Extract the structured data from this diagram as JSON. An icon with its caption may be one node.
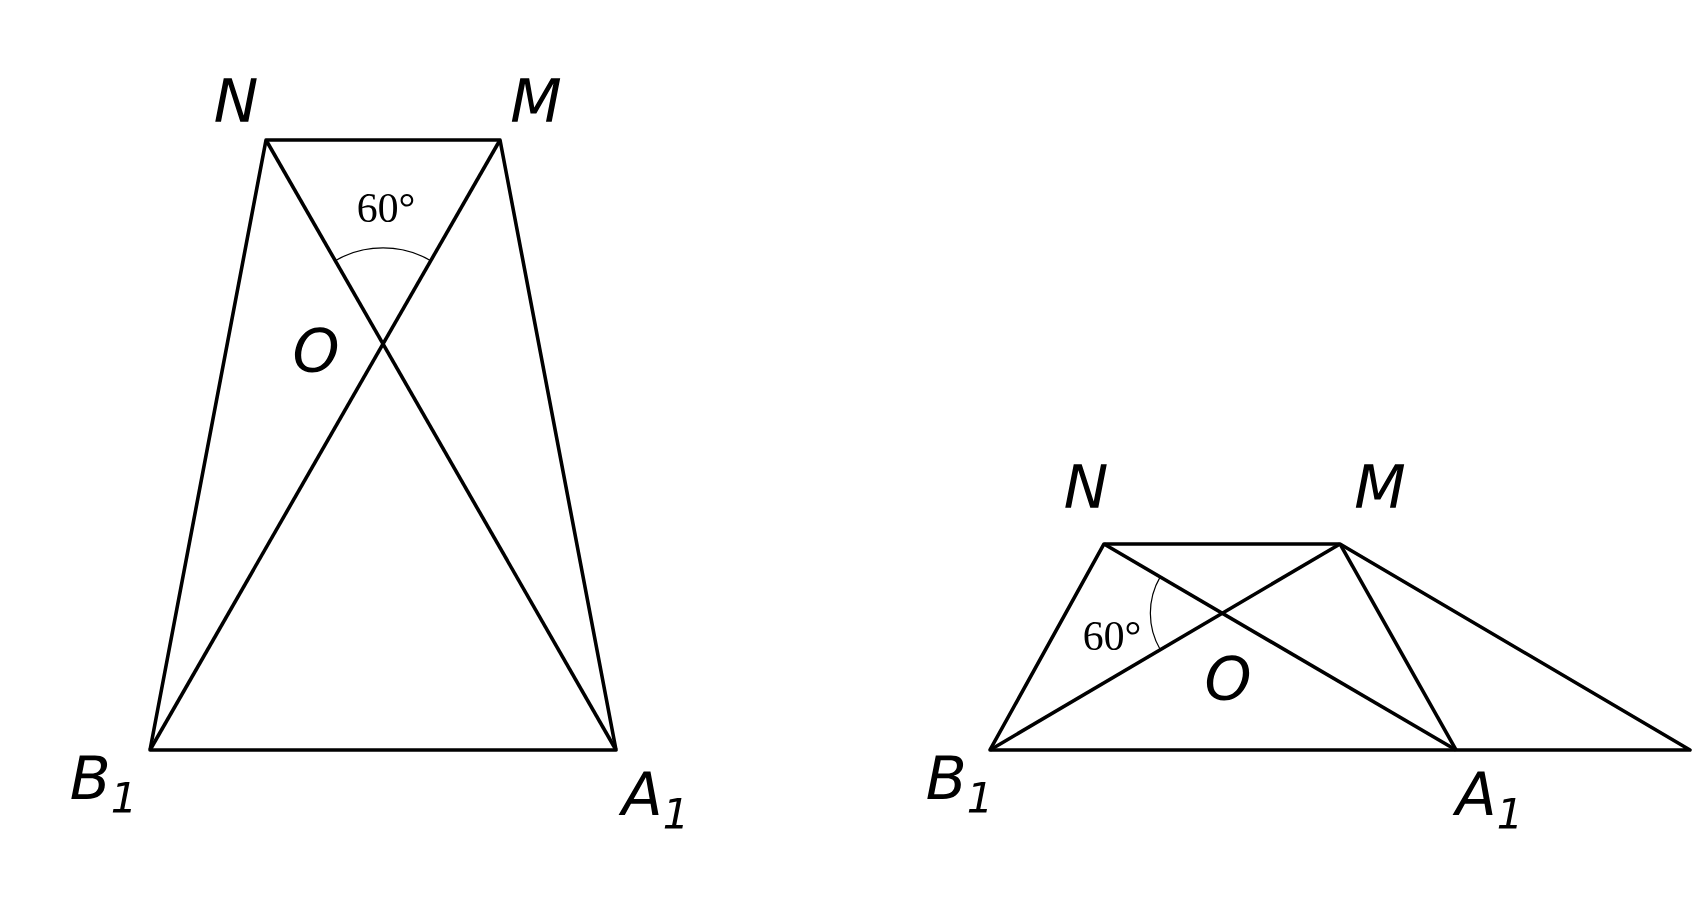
{
  "diagram": {
    "labels": [
      "N",
      "M",
      "60°",
      "O",
      "B$_{1}$",
      "A$_{1}$",
      "N",
      "M",
      "60°",
      "O",
      "B$_{1}$",
      "A$_{1}$"
    ]
  }
}
